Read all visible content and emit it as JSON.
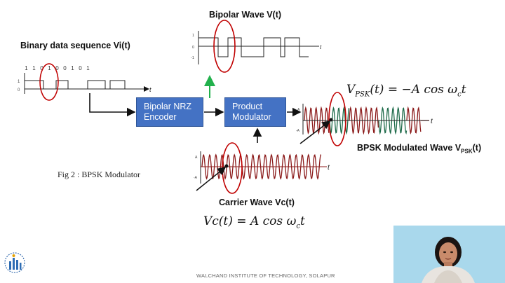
{
  "titles": {
    "bipolar_wave": "Bipolar Wave V(t)",
    "binary_sequence": "Binary data sequence Vi(t)",
    "bpsk_wave": "BPSK Modulated Wave V",
    "bpsk_wave_sub": "PSK",
    "bpsk_wave_suffix": "(t)",
    "carrier_wave": "Carrier Wave Vc(t)"
  },
  "blocks": {
    "encoder": "Bipolar NRZ Encoder",
    "modulator": "Product Modulator"
  },
  "binary_bits": [
    "1",
    "1",
    "0",
    "1",
    "0",
    "0",
    "1",
    "0",
    "1"
  ],
  "axis_labels": {
    "one": "1",
    "zero": "0",
    "neg_one": "-1",
    "t": "t",
    "A": "A",
    "neg_A": "-A"
  },
  "equations": {
    "vpsk_V": "V",
    "vpsk_sub": "PSK",
    "vpsk_rest": "(t) = −A cos ω",
    "vpsk_c": "c",
    "vpsk_t": "t",
    "vc_lhs": "Vc(t) = A cos ω",
    "vc_c": "c",
    "vc_t": "t"
  },
  "caption": "Fig 2 : BPSK Modulator",
  "footer": "WALCHAND INSTITUTE OF TECHNOLOGY, SOLAPUR",
  "colors": {
    "block_fill": "#4472c4",
    "highlight_circle": "#c00000",
    "wave_red": "#8b1a1a",
    "wave_green": "#1e6b4a",
    "arrow_green": "#22b14c",
    "webcam_bg": "#a9d8ec"
  },
  "icons": [
    "wit-logo-icon"
  ]
}
